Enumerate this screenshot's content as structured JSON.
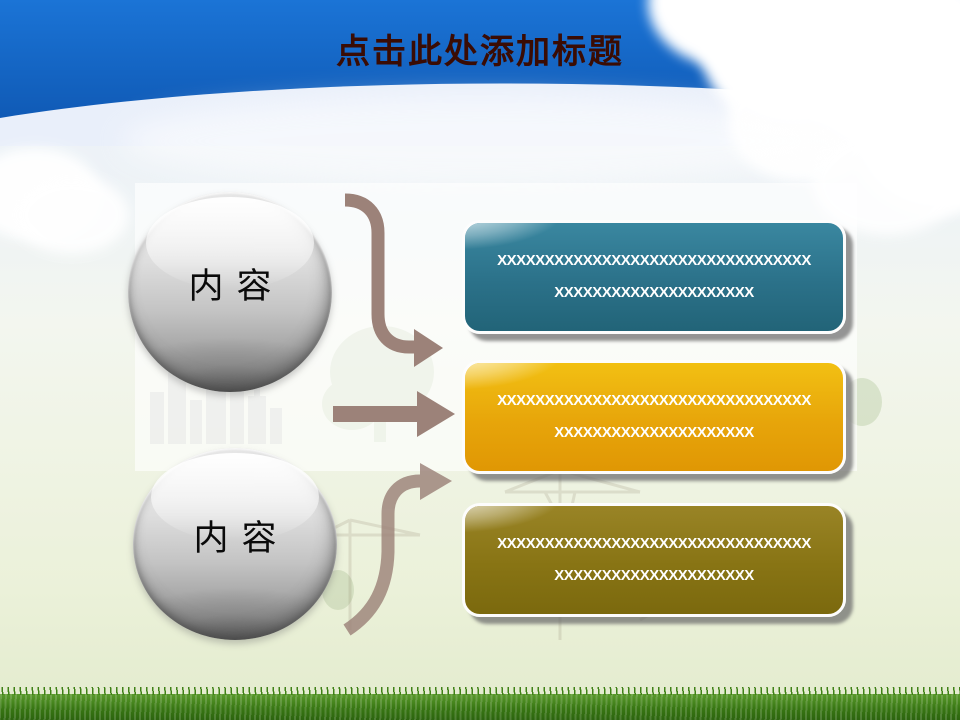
{
  "slide": {
    "title": "点击此处添加标题",
    "title_color": "#3a0c04"
  },
  "spheres": [
    {
      "label": "内容"
    },
    {
      "label": "内容"
    }
  ],
  "boxes": [
    {
      "line1": "XXXXXXXXXXXXXXXXXXXXXXXXXXXXXXXXX",
      "line2": "XXXXXXXXXXXXXXXXXXXXX",
      "color_top": "#3a87a0",
      "color_mid": "#2b7189",
      "color_bottom": "#226478"
    },
    {
      "line1": "XXXXXXXXXXXXXXXXXXXXXXXXXXXXXXXXX",
      "line2": "XXXXXXXXXXXXXXXXXXXXX",
      "color_top": "#f2c013",
      "color_mid": "#e7a50a",
      "color_bottom": "#e09704"
    },
    {
      "line1": "XXXXXXXXXXXXXXXXXXXXXXXXXXXXXXXXX",
      "line2": "XXXXXXXXXXXXXXXXXXXXX",
      "color_top": "#998426",
      "color_mid": "#887414",
      "color_bottom": "#7b690e"
    }
  ],
  "arrows": {
    "color": "#9c8279"
  },
  "background": {
    "banner_top": "#1b74d6",
    "banner_bottom": "#0d54ae",
    "grass_color": "#387713"
  }
}
